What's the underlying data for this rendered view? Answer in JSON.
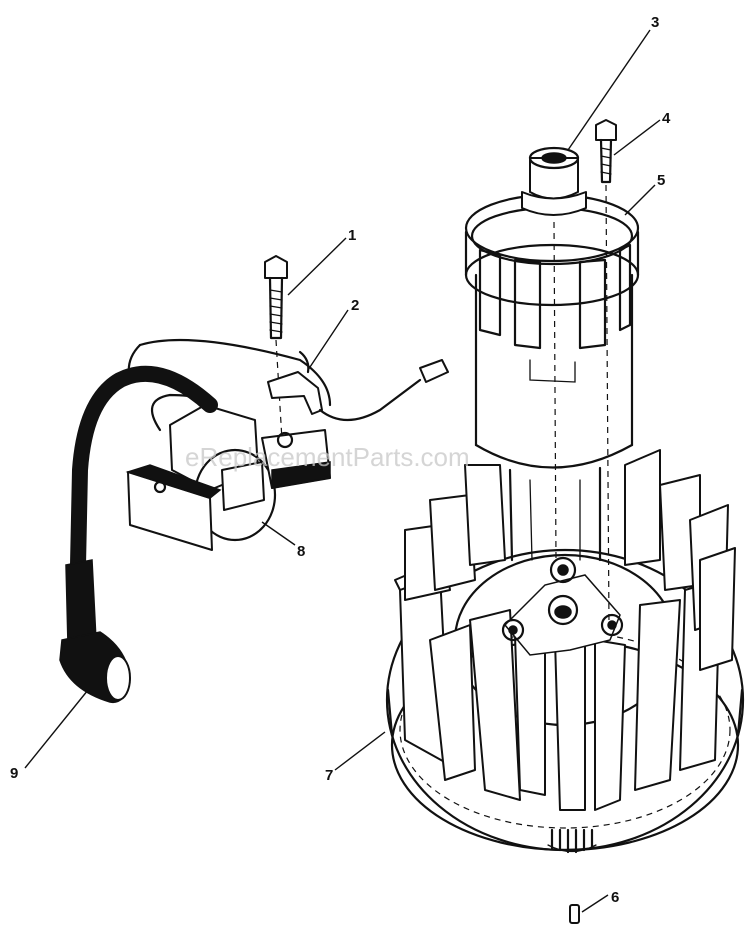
{
  "diagram": {
    "watermark": "eReplacementParts.com",
    "callouts": [
      {
        "id": "1",
        "label": "1"
      },
      {
        "id": "2",
        "label": "2"
      },
      {
        "id": "3",
        "label": "3"
      },
      {
        "id": "4",
        "label": "4"
      },
      {
        "id": "5",
        "label": "5"
      },
      {
        "id": "6",
        "label": "6"
      },
      {
        "id": "7",
        "label": "7"
      },
      {
        "id": "8",
        "label": "8"
      },
      {
        "id": "9",
        "label": "9"
      }
    ],
    "colors": {
      "ink": "#111111",
      "paper": "#ffffff",
      "watermark": "#c8c8c8"
    }
  }
}
